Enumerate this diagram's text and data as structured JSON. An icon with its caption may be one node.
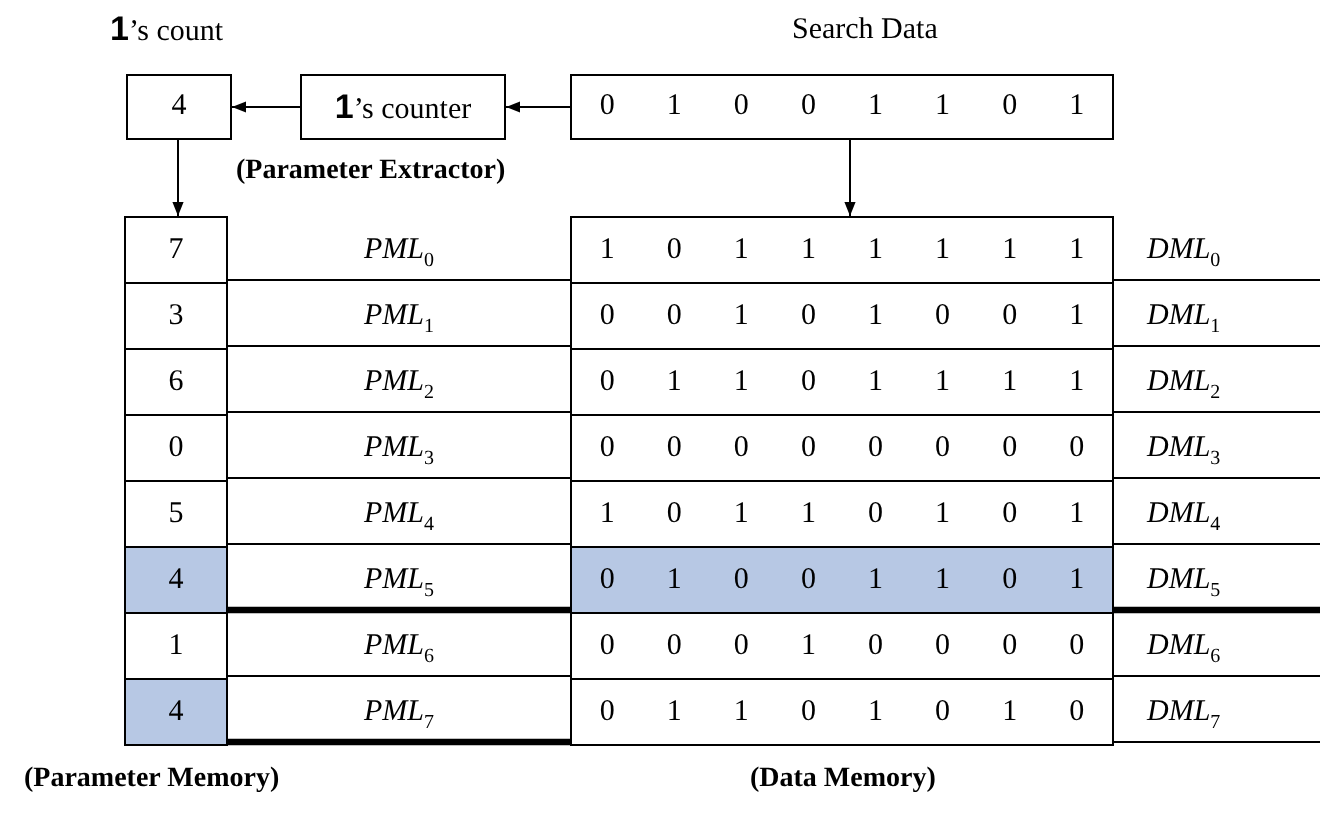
{
  "diagram": {
    "nodes": [
      {
        "text": [
          "4"
        ],
        "beside": [
          "**1**’s count"
        ]
      },
      {
        "text": [
          "**1**’s counter"
        ],
        "beside": [
          "(Parameter Extractor)"
        ]
      },
      {
        "text": [
          "Search Data",
          "0 1 0 0 1 1 0 1"
        ]
      },
      {
        "text": [
          "(Parameter Memory)"
        ]
      },
      {
        "text": [
          "7"
        ],
        "in": 3
      },
      {
        "text": [
          "3"
        ],
        "in": 3
      },
      {
        "text": [
          "6"
        ],
        "in": 3
      },
      {
        "text": [
          "0"
        ],
        "in": 3
      },
      {
        "text": [
          "5"
        ],
        "in": 3
      },
      {
        "text": [
          "4"
        ],
        "in": 3
      },
      {
        "text": [
          "1"
        ],
        "in": 3
      },
      {
        "text": [
          "4"
        ],
        "in": 3
      },
      {
        "text": [
          "(Data Memory)"
        ]
      },
      {
        "text": [
          "1 0 1 1 1 1 1 1"
        ],
        "in": 12
      },
      {
        "text": [
          "0 0 1 0 1 0 0 1"
        ],
        "in": 12
      },
      {
        "text": [
          "0 1 1 0 1 1 1 1"
        ],
        "in": 12
      },
      {
        "text": [
          "0 0 0 0 0 0 0 0"
        ],
        "in": 12
      },
      {
        "text": [
          "1 0 1 1 0 1 0 1"
        ],
        "in": 12
      },
      {
        "text": [
          "0 1 0 0 1 1 0 1"
        ],
        "in": 12
      },
      {
        "text": [
          "0 0 0 1 0 0 0 0"
        ],
        "in": 12
      },
      {
        "text": [
          "0 1 1 0 1 0 1 0"
        ],
        "in": 12
      }
    ],
    "edges": [
      {
        "from": 2,
        "to": 1,
        "arrow": "to"
      },
      {
        "from": 1,
        "to": 0,
        "arrow": "to"
      },
      {
        "from": 0,
        "to": 4,
        "arrow": "to"
      },
      {
        "from": 2,
        "to": 13,
        "arrow": "to"
      },
      {
        "from": 4,
        "to": 13,
        "arrow": "none",
        "label": "*PML*$_{0}$"
      },
      {
        "from": 5,
        "to": 14,
        "arrow": "none",
        "label": "*PML*$_{1}$"
      },
      {
        "from": 6,
        "to": 15,
        "arrow": "none",
        "label": "*PML*$_{2}$"
      },
      {
        "from": 7,
        "to": 16,
        "arrow": "none",
        "label": "*PML*$_{3}$"
      },
      {
        "from": 8,
        "to": 17,
        "arrow": "none",
        "label": "*PML*$_{4}$"
      },
      {
        "from": 9,
        "to": 18,
        "arrow": "none",
        "label": "*PML*$_{5}$",
        "style": "thick"
      },
      {
        "from": 10,
        "to": 19,
        "arrow": "none",
        "label": "*PML*$_{6}$"
      },
      {
        "from": 11,
        "to": 20,
        "arrow": "none",
        "label": "*PML*$_{7}$",
        "style": "thick"
      },
      {
        "from": 13,
        "to": null,
        "arrow": "none",
        "label": "*DML*$_{0}$"
      },
      {
        "from": 14,
        "to": null,
        "arrow": "none",
        "label": "*DML*$_{1}$"
      },
      {
        "from": 15,
        "to": null,
        "arrow": "none",
        "label": "*DML*$_{2}$"
      },
      {
        "from": 16,
        "to": null,
        "arrow": "none",
        "label": "*DML*$_{3}$"
      },
      {
        "from": 17,
        "to": null,
        "arrow": "none",
        "label": "*DML*$_{4}$"
      },
      {
        "from": 18,
        "to": null,
        "arrow": "none",
        "label": "*DML*$_{5}$",
        "style": "thick"
      },
      {
        "from": 19,
        "to": null,
        "arrow": "none",
        "label": "*DML*$_{6}$"
      },
      {
        "from": 20,
        "to": null,
        "arrow": "none",
        "label": "*DML*$_{7}$"
      }
    ]
  }
}
